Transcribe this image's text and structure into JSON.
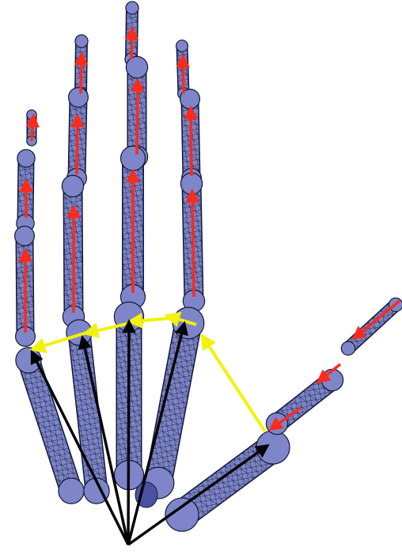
{
  "colors": {
    "background": "#ffffff",
    "bone_fill": "#7e86c9",
    "bone_fill_dark": "#4a52a0",
    "bone_mesh": "#141a3a",
    "phalanx_axis": "#ff2a1a",
    "arch_link": "#f2f20a",
    "metacarpal_vector": "#050505"
  },
  "figure": {
    "subject": "hand-skeleton-wireframe",
    "digits": [
      "thumb",
      "index",
      "middle",
      "ring",
      "little"
    ]
  }
}
